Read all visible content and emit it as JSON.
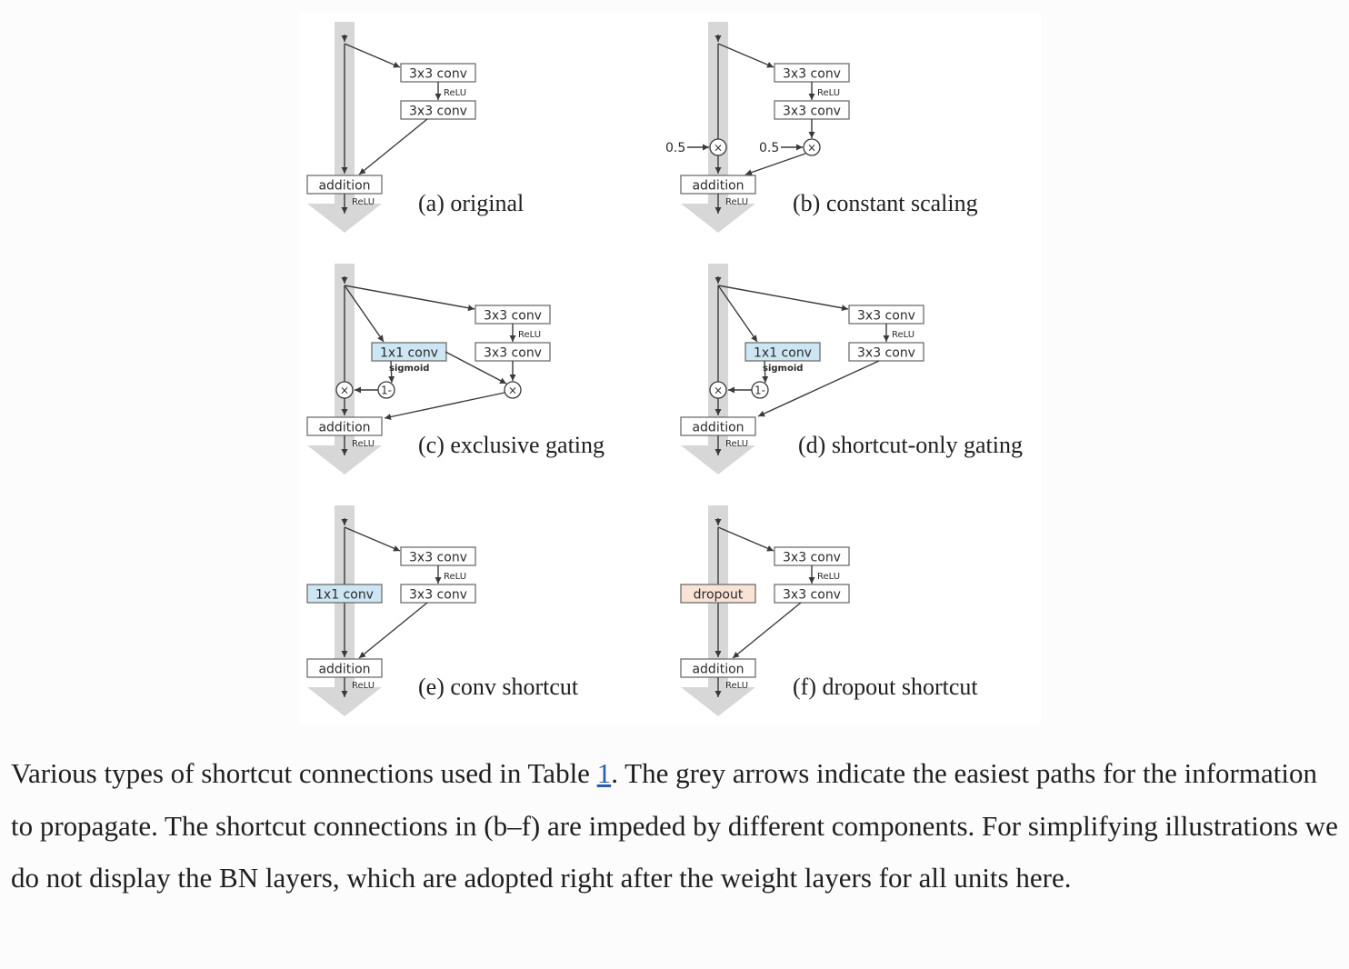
{
  "figure": {
    "panels": [
      {
        "caption": "(a) original",
        "conv_top": "3x3 conv",
        "act_mid": "ReLU",
        "conv_bottom": "3x3 conv",
        "addition": "addition",
        "act_out": "ReLU"
      },
      {
        "caption": "(b) constant scaling",
        "conv_top": "3x3 conv",
        "act_mid": "ReLU",
        "conv_bottom": "3x3 conv",
        "addition": "addition",
        "act_out": "ReLU",
        "scale_shortcut": "0.5",
        "scale_branch": "0.5",
        "multiply_symbol": "×"
      },
      {
        "caption": "(c) exclusive gating",
        "conv_top": "3x3 conv",
        "act_mid": "ReLU",
        "conv_bottom": "3x3 conv",
        "gate_conv": "1x1 conv",
        "gate_act": "sigmoid",
        "one_minus": "1-",
        "multiply_symbol": "×",
        "addition": "addition",
        "act_out": "ReLU"
      },
      {
        "caption": "(d) shortcut-only gating",
        "conv_top": "3x3 conv",
        "act_mid": "ReLU",
        "conv_bottom": "3x3 conv",
        "gate_conv": "1x1 conv",
        "gate_act": "sigmoid",
        "one_minus": "1-",
        "multiply_symbol": "×",
        "addition": "addition",
        "act_out": "ReLU"
      },
      {
        "caption": "(e) conv shortcut",
        "conv_top": "3x3 conv",
        "act_mid": "ReLU",
        "conv_bottom": "3x3 conv",
        "shortcut_box": "1x1 conv",
        "addition": "addition",
        "act_out": "ReLU"
      },
      {
        "caption": "(f) dropout shortcut",
        "conv_top": "3x3 conv",
        "act_mid": "ReLU",
        "conv_bottom": "3x3 conv",
        "shortcut_box": "dropout",
        "addition": "addition",
        "act_out": "ReLU"
      }
    ],
    "colors": {
      "grey_path": "#d7d7d7",
      "box_border": "#6e6e6e",
      "gate_fill": "#cde6f3",
      "dropout_fill": "#f9e3d6",
      "line": "#3a3a3a"
    }
  },
  "caption": {
    "before_link": "Various types of shortcut connections used in Table ",
    "link": "1",
    "after_link": ". The grey arrows indicate the easiest paths for the information to propagate. The shortcut connections in (b–f) are impeded by different components. For simplifying illustrations we do not display the BN layers, which are adopted right after the weight layers for all units here."
  }
}
